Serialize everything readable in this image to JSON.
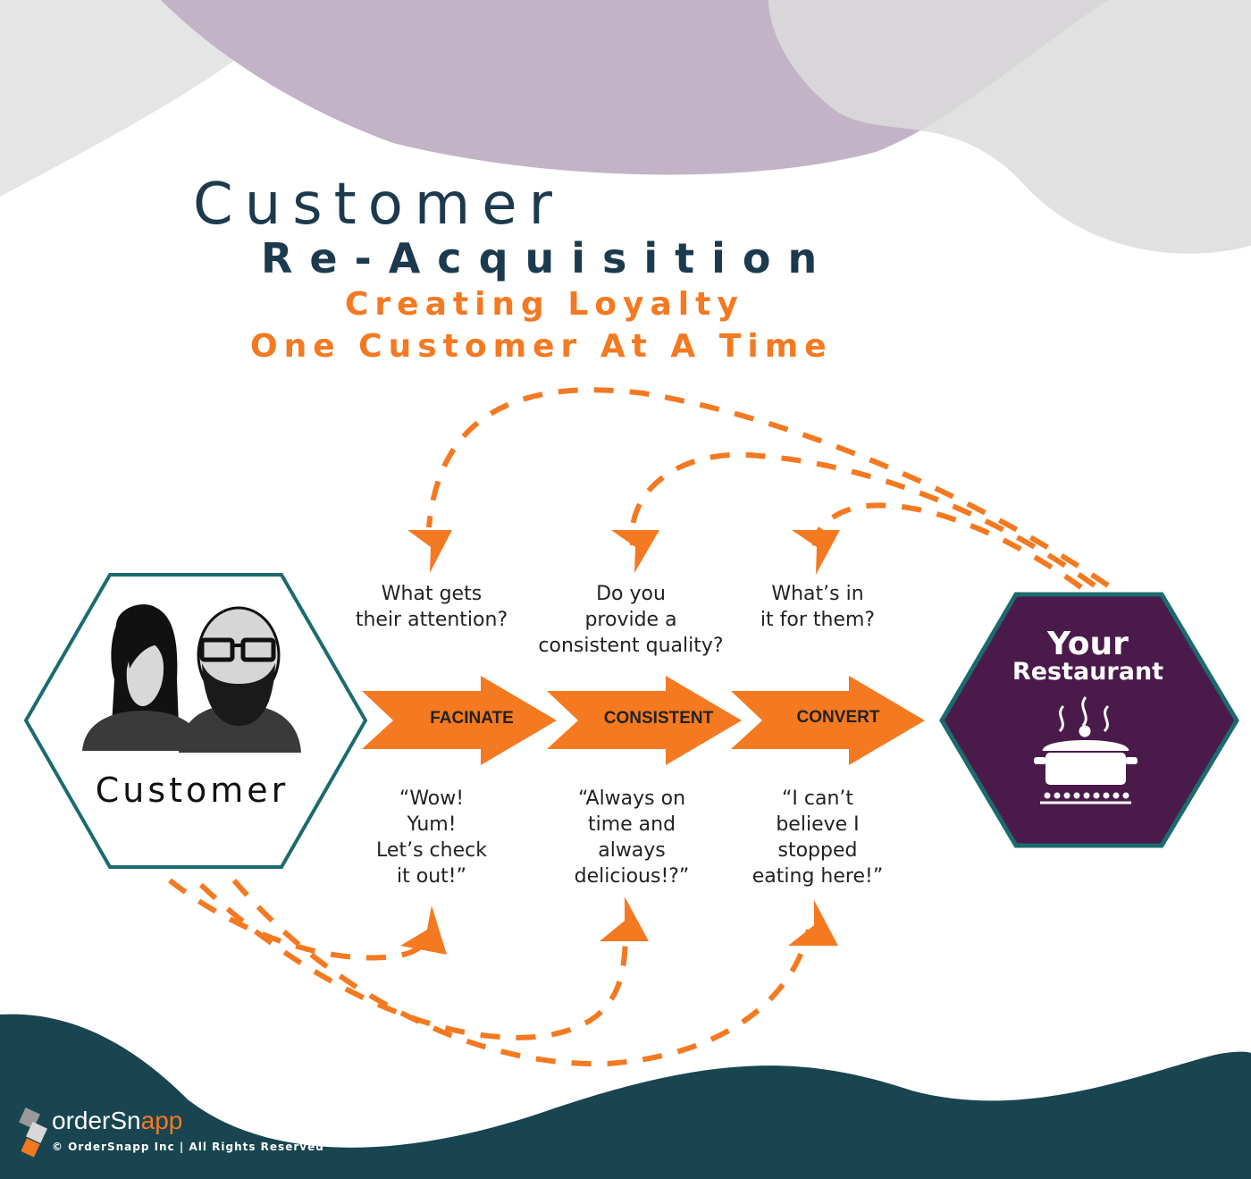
{
  "title": {
    "line1": "Customer",
    "line2": "Re-Acquisition",
    "subtitle1": "Creating Loyalty",
    "subtitle2": "One Customer At A Time"
  },
  "customer": {
    "label": "Customer",
    "icon": "couple-avatar-icon"
  },
  "restaurant": {
    "label_line1": "Your",
    "label_line2": "Restaurant",
    "icon": "cooking-pot-icon"
  },
  "steps": [
    {
      "label": "FACINATE",
      "question": [
        "What gets",
        "their attention?"
      ],
      "quote": [
        "“Wow!",
        "Yum!",
        "Let’s check",
        "it out!”"
      ]
    },
    {
      "label": "CONSISTENT",
      "question": [
        "Do you",
        "provide a",
        "consistent quality?"
      ],
      "quote": [
        "“Always on",
        "time and",
        "always",
        "delicious!?”"
      ]
    },
    {
      "label": "CONVERT",
      "question": [
        "What’s in",
        "it for them?"
      ],
      "quote": [
        "“I can’t",
        "believe I",
        "stopped",
        "eating here!”"
      ]
    }
  ],
  "footer": {
    "brand_prefix": "orderSn",
    "brand_suffix": "app",
    "copyright": "© OrderSnapp Inc | All Rights Reserved",
    "logo": "ordersnapp-logo"
  },
  "colors": {
    "navy": "#1c3a4d",
    "orange": "#f47920",
    "teal": "#1b6b6e",
    "purple": "#4a1a4a",
    "footer_teal": "#184550"
  }
}
